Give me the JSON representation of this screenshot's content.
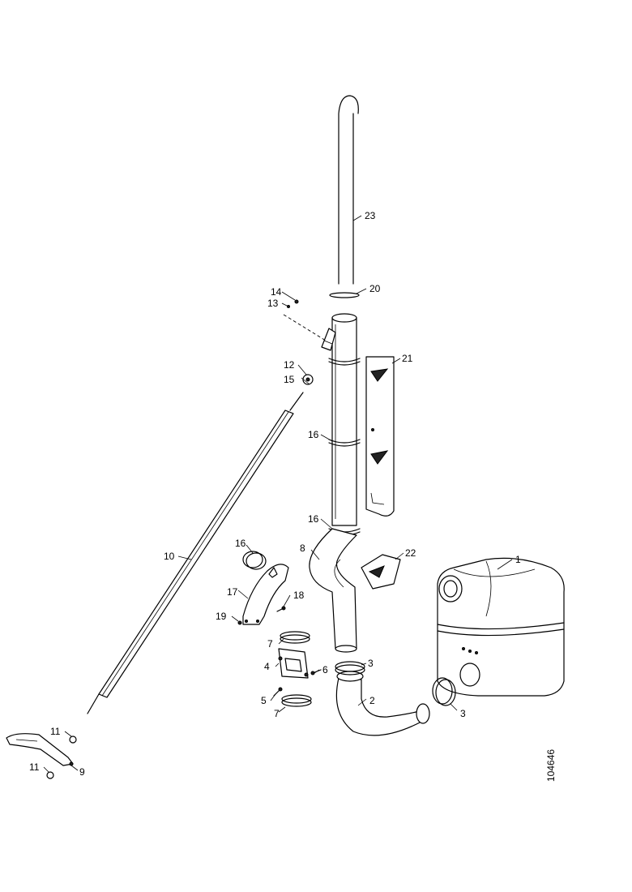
{
  "drawing": {
    "reference_number": "104646",
    "callouts": [
      {
        "id": "c1",
        "label": "1"
      },
      {
        "id": "c2",
        "label": "2"
      },
      {
        "id": "c3a",
        "label": "3"
      },
      {
        "id": "c3b",
        "label": "3"
      },
      {
        "id": "c4",
        "label": "4"
      },
      {
        "id": "c5",
        "label": "5"
      },
      {
        "id": "c6",
        "label": "6"
      },
      {
        "id": "c7a",
        "label": "7"
      },
      {
        "id": "c7b",
        "label": "7"
      },
      {
        "id": "c8",
        "label": "8"
      },
      {
        "id": "c9",
        "label": "9"
      },
      {
        "id": "c10",
        "label": "10"
      },
      {
        "id": "c11a",
        "label": "11"
      },
      {
        "id": "c11b",
        "label": "11"
      },
      {
        "id": "c12",
        "label": "12"
      },
      {
        "id": "c13",
        "label": "13"
      },
      {
        "id": "c14",
        "label": "14"
      },
      {
        "id": "c15",
        "label": "15"
      },
      {
        "id": "c16a",
        "label": "16"
      },
      {
        "id": "c16b",
        "label": "16"
      },
      {
        "id": "c16c",
        "label": "16"
      },
      {
        "id": "c17",
        "label": "17"
      },
      {
        "id": "c18",
        "label": "18"
      },
      {
        "id": "c19",
        "label": "19"
      },
      {
        "id": "c20",
        "label": "20"
      },
      {
        "id": "c21",
        "label": "21"
      },
      {
        "id": "c22",
        "label": "22"
      },
      {
        "id": "c23",
        "label": "23"
      }
    ]
  }
}
